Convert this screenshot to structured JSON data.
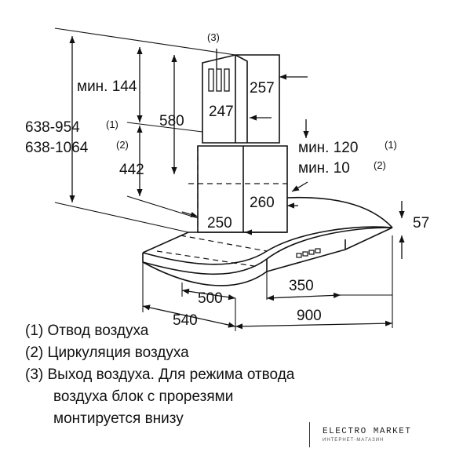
{
  "labels": {
    "callout3": "(3)",
    "min144": "мин. 144",
    "range1": "638-954",
    "range1_note": "(1)",
    "range2": "638-1064",
    "range2_note": "(2)",
    "h580": "580",
    "h442": "442",
    "w257": "257",
    "w247": "247",
    "min120": "мин. 120",
    "min120_note": "(1)",
    "min10": "мин. 10",
    "min10_note": "(2)",
    "w260": "260",
    "w250": "250",
    "h57": "57",
    "d500": "500",
    "w350": "350",
    "d540": "540",
    "w900": "900"
  },
  "legend": [
    "(1) Отвод воздуха",
    "(2) Циркуляция воздуха",
    "(3) Выход воздуха. Для режима отвода",
    "воздуха блок с прорезями",
    "монтируется внизу"
  ],
  "brand": {
    "name": "ELECTRO MARKET",
    "sub": "ИНТЕРНЕТ-МАГАЗИН"
  }
}
